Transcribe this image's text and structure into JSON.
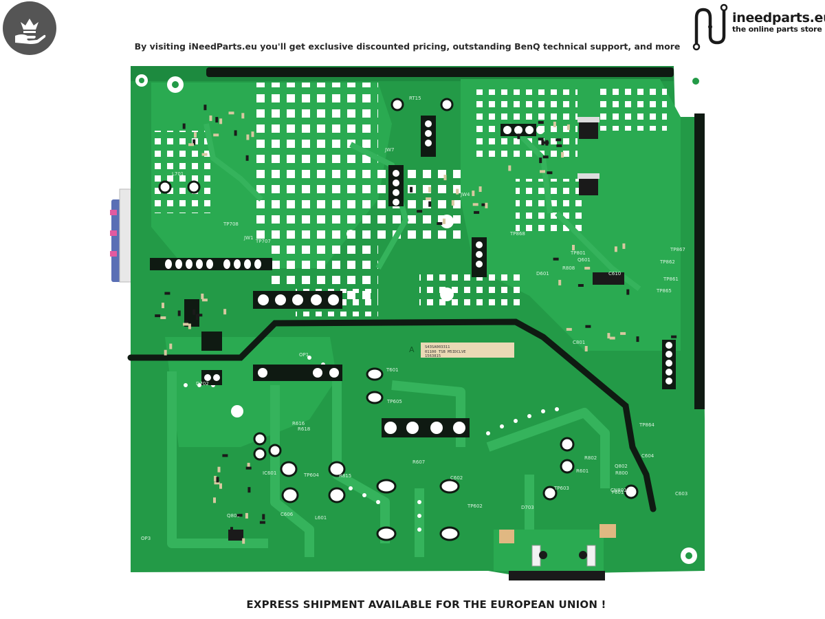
{
  "header": {
    "badge_icon": "crown-hand-icon",
    "banner_text": "By visiting iNeedParts.eu you'll get exclusive discounted pricing, outstanding BenQ technical support, and more"
  },
  "logo": {
    "name": "ineedparts.eu",
    "tagline": "the online parts store",
    "icon": "circuit-n-icon"
  },
  "board": {
    "label_a": "A",
    "silkscreen": [
      "RT15",
      "L701",
      "JW1",
      "JW4",
      "JW7",
      "TP707",
      "TP708",
      "TP868",
      "TP867",
      "TP862",
      "TP861",
      "TP865",
      "TP864",
      "C604",
      "C603",
      "OP3",
      "OP1",
      "T601",
      "TP605",
      "TP604",
      "R815",
      "R607",
      "C602",
      "CN801",
      "F601",
      "TP603",
      "TP801",
      "C801",
      "R808",
      "Q801",
      "D702",
      "D703",
      "IC601",
      "C606",
      "L601",
      "R616",
      "R618",
      "D601",
      "Q601",
      "C610",
      "R800",
      "Q802",
      "R802",
      "R601",
      "TP602"
    ],
    "sticker_lines": [
      "S43SA003311",
      "01100 TSB M5IDCLVE",
      "1563815"
    ],
    "colors": {
      "pcb": "#239a47",
      "pcb_dark": "#1d7d3b",
      "trace": "#35b35c",
      "pad": "#ffffff",
      "gap": "#0f1a12"
    }
  },
  "footer": {
    "banner_text": "EXPRESS SHIPMENT AVAILABLE FOR THE EUROPEAN UNION !"
  }
}
